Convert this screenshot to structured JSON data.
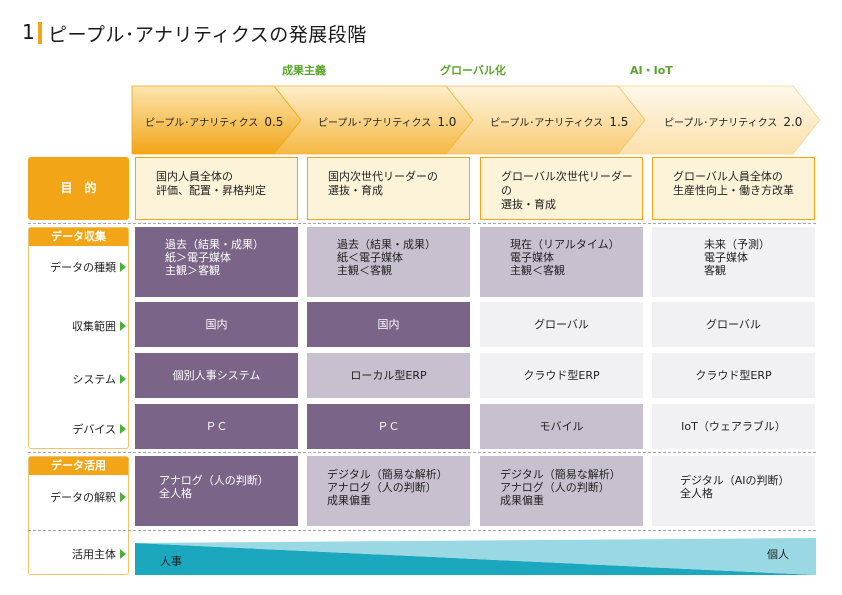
{
  "title": {
    "number": "1",
    "text": "ピープル･アナリティクスの発展段階"
  },
  "trends": [
    "成果主義",
    "グローバル化",
    "AI・IoT"
  ],
  "stages": [
    {
      "label": "ピープル･アナリティクス",
      "version": "0.5"
    },
    {
      "label": "ピープル･アナリティクス",
      "version": "1.0"
    },
    {
      "label": "ピープル･アナリティクス",
      "version": "1.5"
    },
    {
      "label": "ピープル･アナリティクス",
      "version": "2.0"
    }
  ],
  "sidebar": {
    "purpose": "目　的",
    "collection_header": "データ収集",
    "collection_items": [
      "データの種類",
      "収集範囲",
      "システム",
      "デバイス"
    ],
    "usage_header": "データ活用",
    "usage_items": [
      "データの解釈",
      "活用主体"
    ]
  },
  "purpose": [
    [
      "国内人員全体の",
      "評価、配置・昇格判定"
    ],
    [
      "国内次世代リーダーの",
      "選抜・育成"
    ],
    [
      "グローバル次世代リーダーの",
      "選抜・育成"
    ],
    [
      "グローバル人員全体の",
      "生産性向上・働き方改革"
    ]
  ],
  "data_types": [
    [
      "過去（結果・成果）",
      "紙＞電子媒体",
      "主観＞客観"
    ],
    [
      "過去（結果・成果）",
      "紙＜電子媒体",
      "主観＜客観"
    ],
    [
      "現在（リアルタイム）",
      "電子媒体",
      "主観＜客観"
    ],
    [
      "未来（予測）",
      "電子媒体",
      "客観"
    ]
  ],
  "scope": [
    "国内",
    "国内",
    "グローバル",
    "グローバル"
  ],
  "system": [
    "個別人事システム",
    "ローカル型ERP",
    "クラウド型ERP",
    "クラウド型ERP"
  ],
  "device": [
    "ＰＣ",
    "ＰＣ",
    "モバイル",
    "IoT（ウェアラブル）"
  ],
  "interpretation": [
    [
      "アナログ（人の判断）",
      "全人格"
    ],
    [
      "デジタル（簡易な解析）",
      "アナログ（人の判断）",
      "成果偏重"
    ],
    [
      "デジタル（簡易な解析）",
      "アナログ（人の判断）",
      "成果偏重"
    ],
    [
      "デジタル（AIの判断）",
      "全人格"
    ]
  ],
  "actor": {
    "left": "人事",
    "right": "個人"
  },
  "colors": {
    "accent": "#f2a516",
    "trend": "#5aa52b",
    "dark": "#7a6487",
    "mid": "#c9c0cf",
    "light": "#f1f0f2",
    "teal": "#1ba7bd"
  }
}
